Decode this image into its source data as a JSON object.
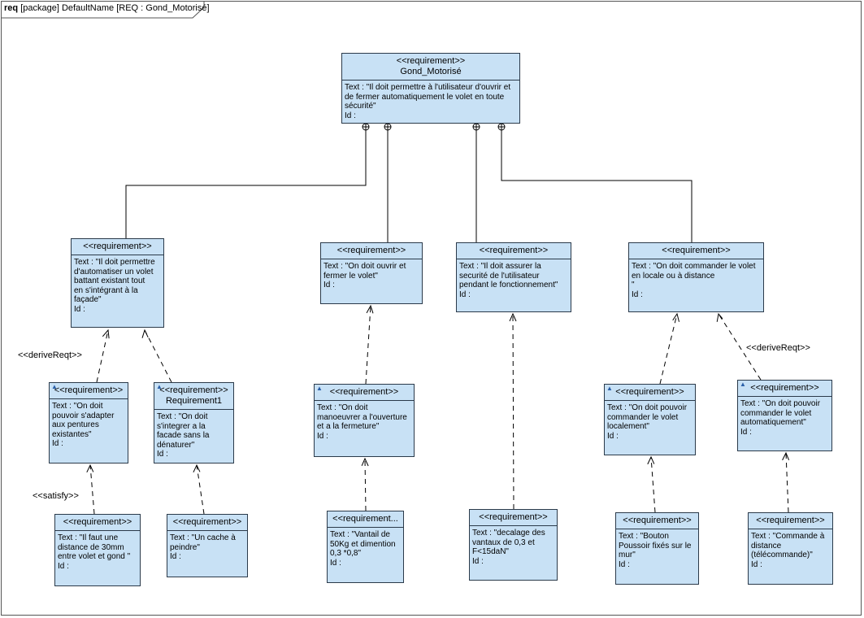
{
  "frame": {
    "kind": "req",
    "label": "[package] DefaultName [REQ : Gond_Motorisé]"
  },
  "stereotype": "<<requirement>>",
  "id_label": "Id :",
  "requirements": {
    "root": {
      "name": "Gond_Motorisé",
      "text": "Text : \"Il doit permettre à l'utilisateur d'ouvrir et\nde fermer automatiquement le volet en toute\nsécurité\""
    },
    "r1": {
      "text": "Text : \"Il doit permettre\nd'automatiser un volet\nbattant existant tout\nen s'intégrant à la\nfaçade\""
    },
    "r2": {
      "text": "Text : \"On doit ouvrir et\nfermer le volet\""
    },
    "r3": {
      "text": "Text : \"Il doit assurer la\nsecurité de l'utilisateur\npendant le fonctionnement\""
    },
    "r4": {
      "text": "Text : \"On doit commander le volet\nen locale ou à distance\n\""
    },
    "r1a": {
      "text": "Text : \"On doit\npouvoir s'adapter\naux pentures\nexistantes\""
    },
    "r1b": {
      "name": "Requirement1",
      "text": "Text : \"On doit\ns'integrer a la\nfacade sans la\ndénaturer\""
    },
    "r2a": {
      "text": "Text : \"On doit\nmanoeuvrer a l'ouverture\net a la fermeture\""
    },
    "r4a": {
      "text": "Text : \"On doit pouvoir\ncommander le volet\nlocalement\""
    },
    "r4b": {
      "text": "Text : \"On doit pouvoir\ncommander le volet\nautomatiquement\""
    },
    "l1a": {
      "text": "Text : \"Il faut une\ndistance de 30mm\nentre volet et gond \""
    },
    "l1b": {
      "text": "Text : \"Un cache à\npeindre\""
    },
    "l2a": {
      "stereotype": "<<requirement...",
      "text": "Text : \"Vantail de\n50Kg et dimention\n0,3 *0,8\""
    },
    "l3": {
      "text": "Text : \"decalage des\nvantaux de 0,3 et\nF<15daN\""
    },
    "l4a": {
      "text": "Text : \"Bouton\nPoussoir fixés sur le\nmur\""
    },
    "l4b": {
      "text": "Text : \"Commande à\ndistance\n(télécommande)\""
    }
  },
  "link_labels": {
    "derive_left": "<<deriveReqt>>",
    "derive_right": "<<deriveReqt>>",
    "satisfy": "<<satisfy>>"
  }
}
